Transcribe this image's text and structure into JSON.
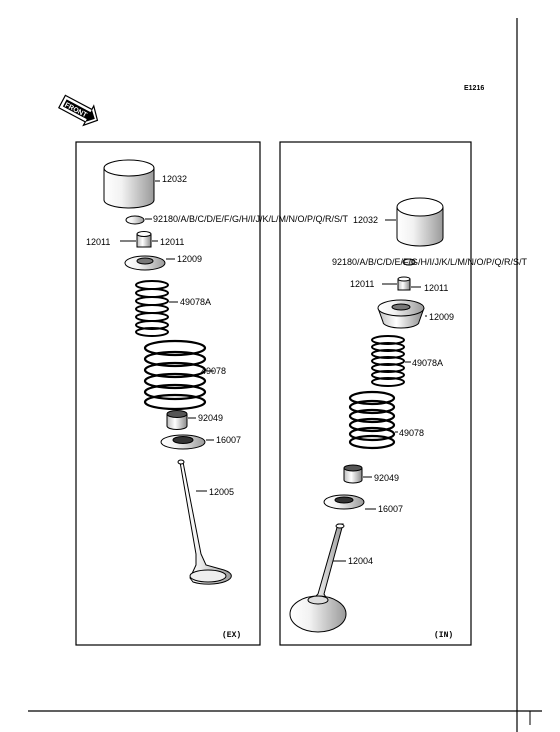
{
  "diagram_code": "E1216",
  "front_label": "FRONT",
  "exhaust": {
    "tag": "(EX)",
    "labels": {
      "tappet": "12032",
      "shim": "92180/A/B/C/D/E/F/G/H/I/J/K/L/M/N/O/P/Q/R/S/T",
      "cotter_left": "12011",
      "cotter_right": "12011",
      "retainer": "12009",
      "inner_spring": "49078A",
      "outer_spring": "49078",
      "stem_seal": "92049",
      "spring_seat": "16007",
      "valve": "12005"
    }
  },
  "intake": {
    "tag": "(IN)",
    "labels": {
      "tappet": "12032",
      "shim": "92180/A/B/C/D/E/F/G/H/I/J/K/L/M/N/O/P/Q/R/S/T",
      "cotter_left": "12011",
      "cotter_right": "12011",
      "retainer": "12009",
      "inner_spring": "49078A",
      "outer_spring": "49078",
      "stem_seal": "92049",
      "spring_seat": "16007",
      "valve": "12004"
    }
  }
}
